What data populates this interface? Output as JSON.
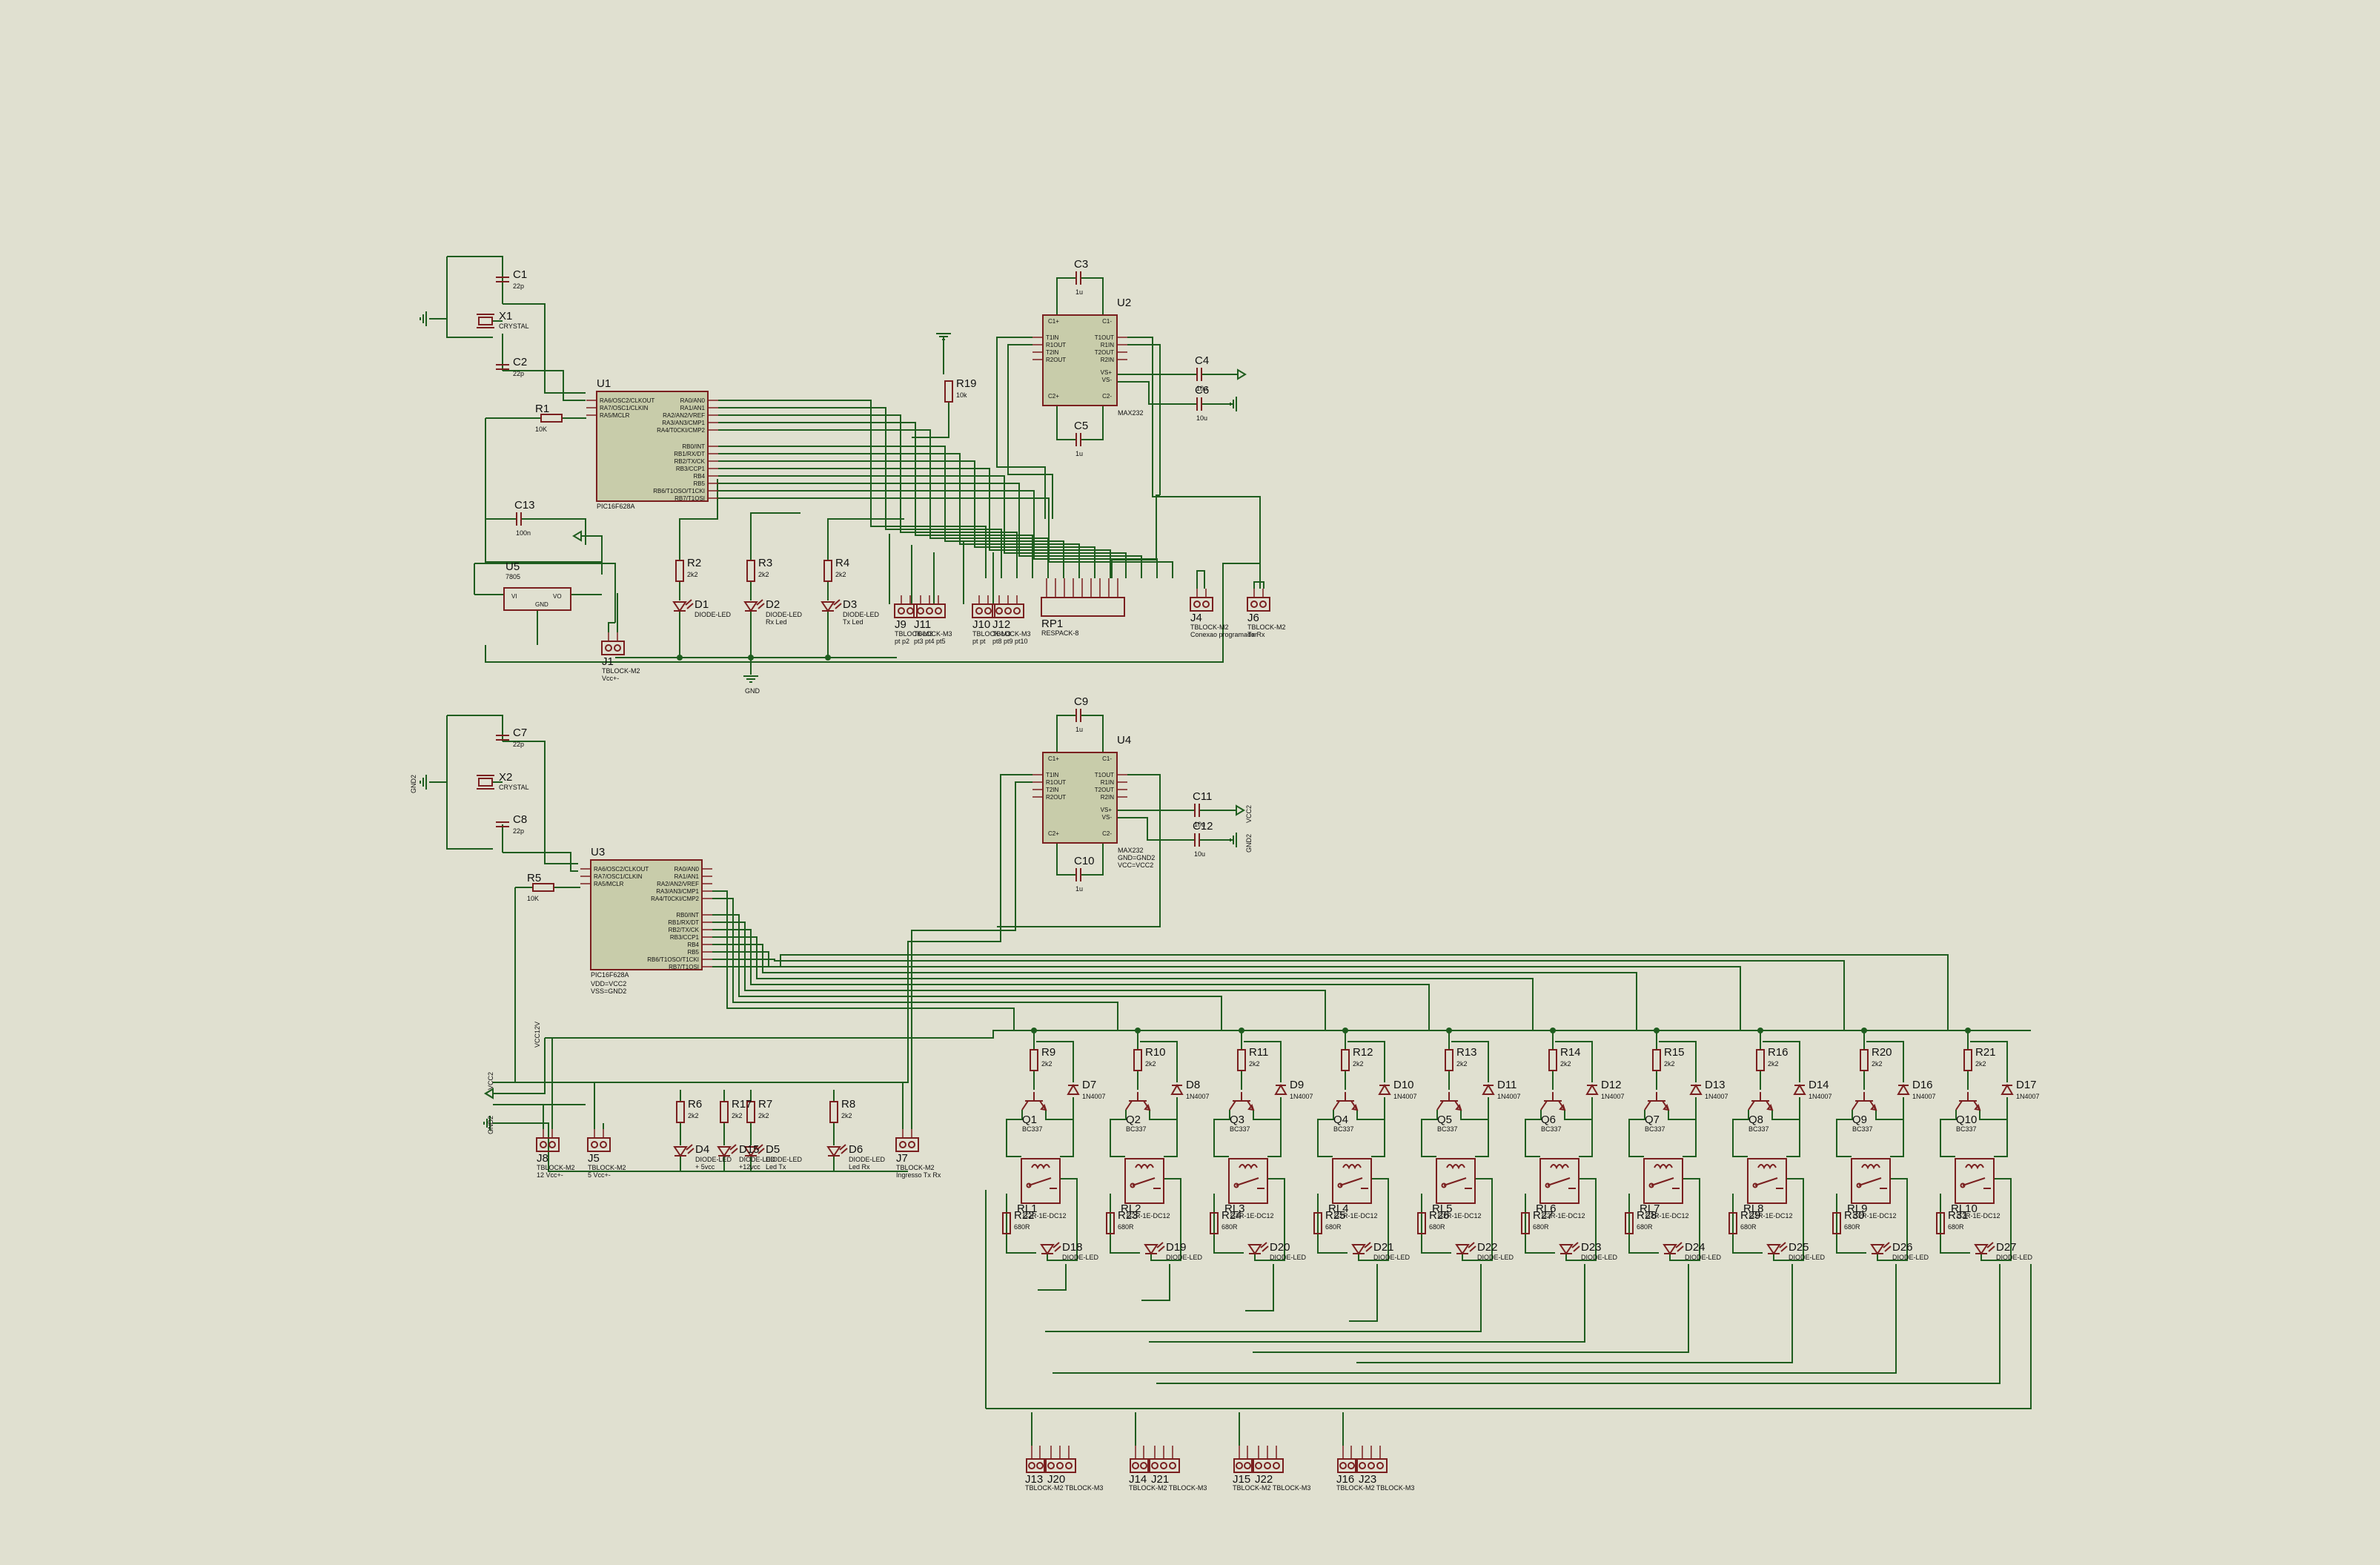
{
  "colors": {
    "background": "#e0e0d0",
    "wire": "#1f5d1f",
    "component": "#7a1f1f",
    "chip_fill": "#c8ccaa",
    "text": "#101010"
  },
  "top": {
    "C1": {
      "ref": "C1",
      "val": "22p"
    },
    "C2": {
      "ref": "C2",
      "val": "22p"
    },
    "X1": {
      "ref": "X1",
      "val": "CRYSTAL"
    },
    "R1": {
      "ref": "R1",
      "val": "10K"
    },
    "U1": {
      "ref": "U1",
      "val": "PIC16F628A",
      "left_pins": [
        "RA6/OSC2/CLKOUT",
        "RA7/OSC1/CLKIN",
        "RA5/MCLR"
      ],
      "right_pins": [
        "RA0/AN0",
        "RA1/AN1",
        "RA2/AN2/VREF",
        "RA3/AN3/CMP1",
        "RA4/T0CKI/CMP2",
        "RB0/INT",
        "RB1/RX/DT",
        "RB2/TX/CK",
        "RB3/CCP1",
        "RB4",
        "RB5",
        "RB6/T1OSO/T1CKI",
        "RB7/T1OSI"
      ]
    },
    "C13": {
      "ref": "C13",
      "val": "100n"
    },
    "U5": {
      "ref": "U5",
      "val": "7805",
      "pin_vi": "VI",
      "pin_vo": "VO",
      "pin_gnd": "GND"
    },
    "J1": {
      "ref": "J1",
      "val": "TBLOCK-M2",
      "label": "Vcc+-"
    },
    "R2": {
      "ref": "R2",
      "val": "2k2"
    },
    "R3": {
      "ref": "R3",
      "val": "2k2"
    },
    "R4": {
      "ref": "R4",
      "val": "2k2"
    },
    "D1": {
      "ref": "D1",
      "val": "DIODE-LED"
    },
    "D2": {
      "ref": "D2",
      "val": "DIODE-LED",
      "label": "Rx Led"
    },
    "D3": {
      "ref": "D3",
      "val": "DIODE-LED",
      "label": "Tx Led"
    },
    "gnd": "GND",
    "R19": {
      "ref": "R19",
      "val": "10k"
    },
    "J9": {
      "ref": "J9",
      "val": "TBLOCK-M3",
      "label": "pt p2"
    },
    "J11": {
      "ref": "J11",
      "val": "TBLOCK-M3",
      "label": "pt3 pt4 pt5"
    },
    "J10": {
      "ref": "J10",
      "val": "TBLOCK-M3",
      "label": "pt pt"
    },
    "J12": {
      "ref": "J12",
      "val": "TBLOCK-M3",
      "label": "pt8 pt9 pt10"
    },
    "RP1": {
      "ref": "RP1",
      "val": "RESPACK-8"
    },
    "J4": {
      "ref": "J4",
      "val": "TBLOCK-M2",
      "label": "Conexao programador"
    },
    "J6": {
      "ref": "J6",
      "val": "TBLOCK-M2",
      "label": "Tx Rx"
    },
    "C3": {
      "ref": "C3",
      "val": "1u"
    },
    "C5": {
      "ref": "C5",
      "val": "1u"
    },
    "C4": {
      "ref": "C4",
      "val": "10u"
    },
    "C6": {
      "ref": "C6",
      "val": "10u"
    },
    "U2": {
      "ref": "U2",
      "val": "MAX232",
      "left_pins": [
        "T1IN",
        "R1OUT",
        "T2IN",
        "R2OUT"
      ],
      "right_pins": [
        "T1OUT",
        "R1IN",
        "T2OUT",
        "R2IN"
      ],
      "top": [
        "C1+",
        "C1-"
      ],
      "mid": [
        "VS+",
        "VS-"
      ],
      "bottom": [
        "C2+",
        "C2-"
      ]
    }
  },
  "bottom": {
    "C7": {
      "ref": "C7",
      "val": "22p"
    },
    "C8": {
      "ref": "C8",
      "val": "22p"
    },
    "X2": {
      "ref": "X2",
      "val": "CRYSTAL"
    },
    "gnd2": "GND2",
    "R5": {
      "ref": "R5",
      "val": "10K"
    },
    "U3": {
      "ref": "U3",
      "val": "PIC16F628A",
      "extra1": "VDD=VCC2",
      "extra2": "VSS=GND2"
    },
    "vcc2": "VCC2",
    "vcc12": "VCC12V",
    "J8": {
      "ref": "J8",
      "val": "TBLOCK-M2",
      "label": "12 Vcc+-"
    },
    "J5": {
      "ref": "J5",
      "val": "TBLOCK-M2",
      "label": "5 Vcc+-"
    },
    "R6": {
      "ref": "R6",
      "val": "2k2"
    },
    "R17": {
      "ref": "R17",
      "val": "2k2"
    },
    "R7": {
      "ref": "R7",
      "val": "2k2"
    },
    "R8": {
      "ref": "R8",
      "val": "2k2"
    },
    "D4": {
      "ref": "D4",
      "val": "DIODE-LED",
      "label": "+ 5vcc"
    },
    "D15": {
      "ref": "D15",
      "val": "DIODE-LED",
      "label": "+12vcc"
    },
    "D5": {
      "ref": "D5",
      "val": "DIODE-LED",
      "label": "Led Tx"
    },
    "D6": {
      "ref": "D6",
      "val": "DIODE-LED",
      "label": "Led Rx"
    },
    "J7": {
      "ref": "J7",
      "val": "TBLOCK-M2",
      "label": "Ingresso Tx Rx"
    },
    "C9": {
      "ref": "C9",
      "val": "1u"
    },
    "C10": {
      "ref": "C10",
      "val": "1u"
    },
    "C11": {
      "ref": "C11",
      "val": "10u"
    },
    "C12": {
      "ref": "C12",
      "val": "10u"
    },
    "U4": {
      "ref": "U4",
      "val": "MAX232",
      "extra1": "GND=GND2",
      "extra2": "VCC=VCC2"
    },
    "channels": [
      {
        "r": "R9",
        "d": "D7",
        "q": "Q1",
        "rl": "RL1",
        "rr": "R22",
        "dl": "D18"
      },
      {
        "r": "R10",
        "d": "D8",
        "q": "Q2",
        "rl": "RL2",
        "rr": "R23",
        "dl": "D19"
      },
      {
        "r": "R11",
        "d": "D9",
        "q": "Q3",
        "rl": "RL3",
        "rr": "R24",
        "dl": "D20"
      },
      {
        "r": "R12",
        "d": "D10",
        "q": "Q4",
        "rl": "RL4",
        "rr": "R25",
        "dl": "D21"
      },
      {
        "r": "R13",
        "d": "D11",
        "q": "Q5",
        "rl": "RL5",
        "rr": "R26",
        "dl": "D22"
      },
      {
        "r": "R14",
        "d": "D12",
        "q": "Q6",
        "rl": "RL6",
        "rr": "R27",
        "dl": "D23"
      },
      {
        "r": "R15",
        "d": "D13",
        "q": "Q7",
        "rl": "RL7",
        "rr": "R28",
        "dl": "D24"
      },
      {
        "r": "R16",
        "d": "D14",
        "q": "Q8",
        "rl": "RL8",
        "rr": "R29",
        "dl": "D25"
      },
      {
        "r": "R20",
        "d": "D16",
        "q": "Q9",
        "rl": "RL9",
        "rr": "R30",
        "dl": "D26"
      },
      {
        "r": "R21",
        "d": "D17",
        "q": "Q10",
        "rl": "RL10",
        "rr": "R31",
        "dl": "D27"
      }
    ],
    "ch_vals": {
      "r": "2k2",
      "d": "1N4007",
      "q": "BC337",
      "rl": "G2R-1E-DC12",
      "rr": "680R",
      "dl": "DIODE-LED"
    },
    "connectors": [
      {
        "a": "J13",
        "b": "J20",
        "val": "TBLOCK-M2 TBLOCK-M3"
      },
      {
        "a": "J14",
        "b": "J21",
        "val": "TBLOCK-M2 TBLOCK-M3"
      },
      {
        "a": "J15",
        "b": "J22",
        "val": "TBLOCK-M2 TBLOCK-M3"
      },
      {
        "a": "J16",
        "b": "J23",
        "val": "TBLOCK-M2 TBLOCK-M3"
      }
    ]
  }
}
